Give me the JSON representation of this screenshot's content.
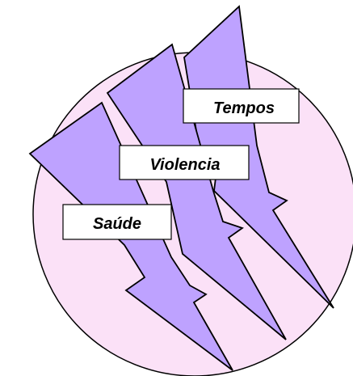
{
  "colors": {
    "background": "#ffffff",
    "circle_fill": "#fbe1f7",
    "bolt_fill": "#bea2ff",
    "outline": "#000000",
    "label_box_fill": "#ffffff"
  },
  "bolts": [
    {
      "label": "Tempos"
    },
    {
      "label": "Violencia"
    },
    {
      "label": "Saúde"
    }
  ]
}
